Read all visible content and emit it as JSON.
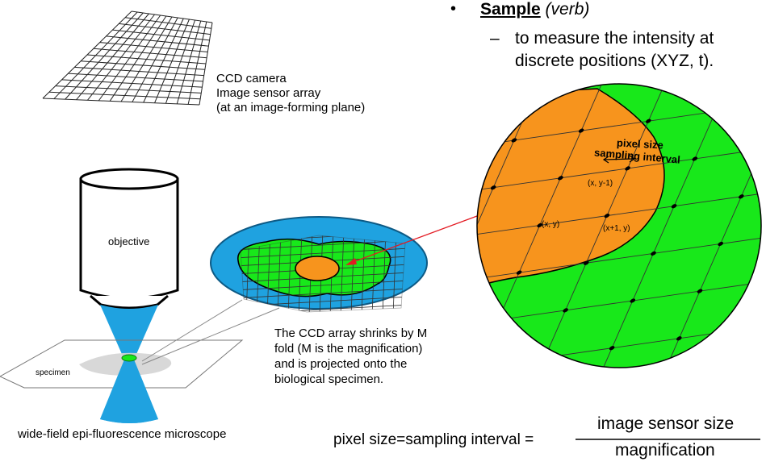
{
  "bullet": {
    "symbol": "•",
    "term": "Sample",
    "term_pos": "verb",
    "dash": "–",
    "definition_line1": "to measure the intensity at",
    "definition_line2": "discrete positions (XYZ, t)."
  },
  "ccd": {
    "line1": "CCD camera",
    "line2": "Image sensor array",
    "line3": "(at an image-forming plane)"
  },
  "objective_label": "objective",
  "specimen_label": "specimen",
  "microscope_caption": "wide-field epi-fluorescence microscope",
  "shrink_caption": {
    "line1": "The CCD array shrinks by M",
    "line2": "fold (M is the magnification)",
    "line3": "and is projected onto the",
    "line4": "biological specimen."
  },
  "zoom": {
    "pixel_size": "pixel size",
    "sampling_interval": "sampling interval",
    "coord_above": "(x, y-1)",
    "coord_origin": "(x, y)",
    "coord_right": "(x+1, y)"
  },
  "formula": {
    "lhs": "pixel size=sampling interval =",
    "numerator": "image sensor size",
    "denominator": "magnification"
  },
  "colors": {
    "cyan": "#1fa2e0",
    "green": "#18e81a",
    "orange": "#f7941d",
    "red": "#e31b23"
  }
}
